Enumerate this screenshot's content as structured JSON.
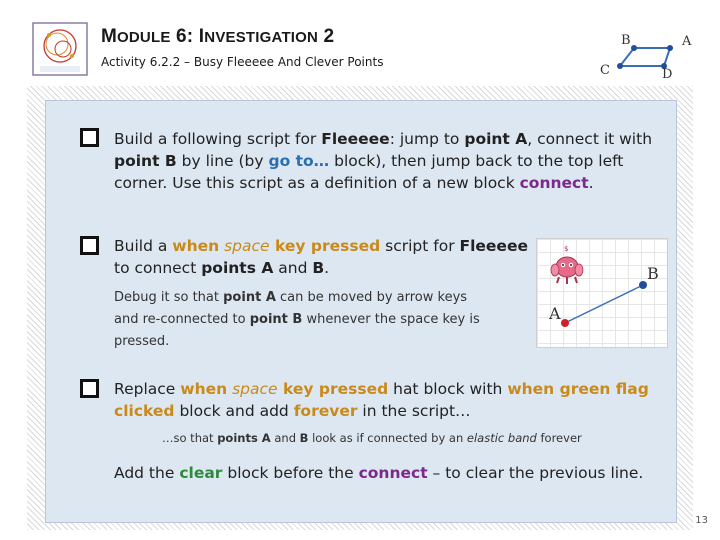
{
  "header": {
    "title_m": "M",
    "title_odule": "ODULE",
    "title_num": " 6",
    "title_colon": ": ",
    "title_i": "I",
    "title_nvestigation": "NVESTIGATION",
    "title_tail": " 2",
    "subtitle": "Activity 6.2.2 – Busy Fleeeee And Clever Points"
  },
  "corner_diagram": {
    "labels": [
      "B",
      "A",
      "C",
      "D"
    ]
  },
  "task1": {
    "t1": "Build a following script for ",
    "t2": "Fleeeee",
    "t3": ": jump to ",
    "t4": "point A",
    "t5": ", connect it with ",
    "t6": "point B",
    "t7": " by line (by ",
    "t8": "go to…",
    "t9": " block), then jump back to the top left corner. Use this script as a definition of a new block ",
    "t10": "connect",
    "t11": "."
  },
  "task2": {
    "t1": "Build a ",
    "t2": "when",
    "t3": " space",
    "t4": " key pressed",
    "t5": " script for ",
    "t6": "Fleeeee",
    "t7": " to connect ",
    "t8": "points A",
    "t9": " and ",
    "t10": "B",
    "t11": ".",
    "d1": "Debug it so that ",
    "d2": "point A",
    "d3": " can be moved by arrow keys and re-connected to ",
    "d4": "point B",
    "d5": " whenever the space key is pressed."
  },
  "stage": {
    "label_a": "A",
    "label_b": "B"
  },
  "task3": {
    "t1": "Replace ",
    "t2": "when",
    "t3": " space",
    "t4": " key pressed",
    "t5": " hat block with ",
    "t6": "when green flag clicked",
    "t7": " block and add ",
    "t8": "forever",
    "t9": " in the script…",
    "n1": "…so that ",
    "n2": "points A",
    "n3": " and ",
    "n4": "B",
    "n5": " look as if connected by an ",
    "n6": "elastic band",
    "n7": " forever"
  },
  "final_line": {
    "t1": "Add the ",
    "t2": "clear",
    "t3": " block before the ",
    "t4": "connect",
    "t5": " – to clear the previous line."
  },
  "page_number": "13",
  "colors": {
    "blue": "#2a6fb0",
    "purple": "#7b2a8a",
    "orange": "#c98a1a",
    "green": "#2e8b3a",
    "point_blue": "#1f4e9a",
    "point_red": "#d0202a"
  }
}
